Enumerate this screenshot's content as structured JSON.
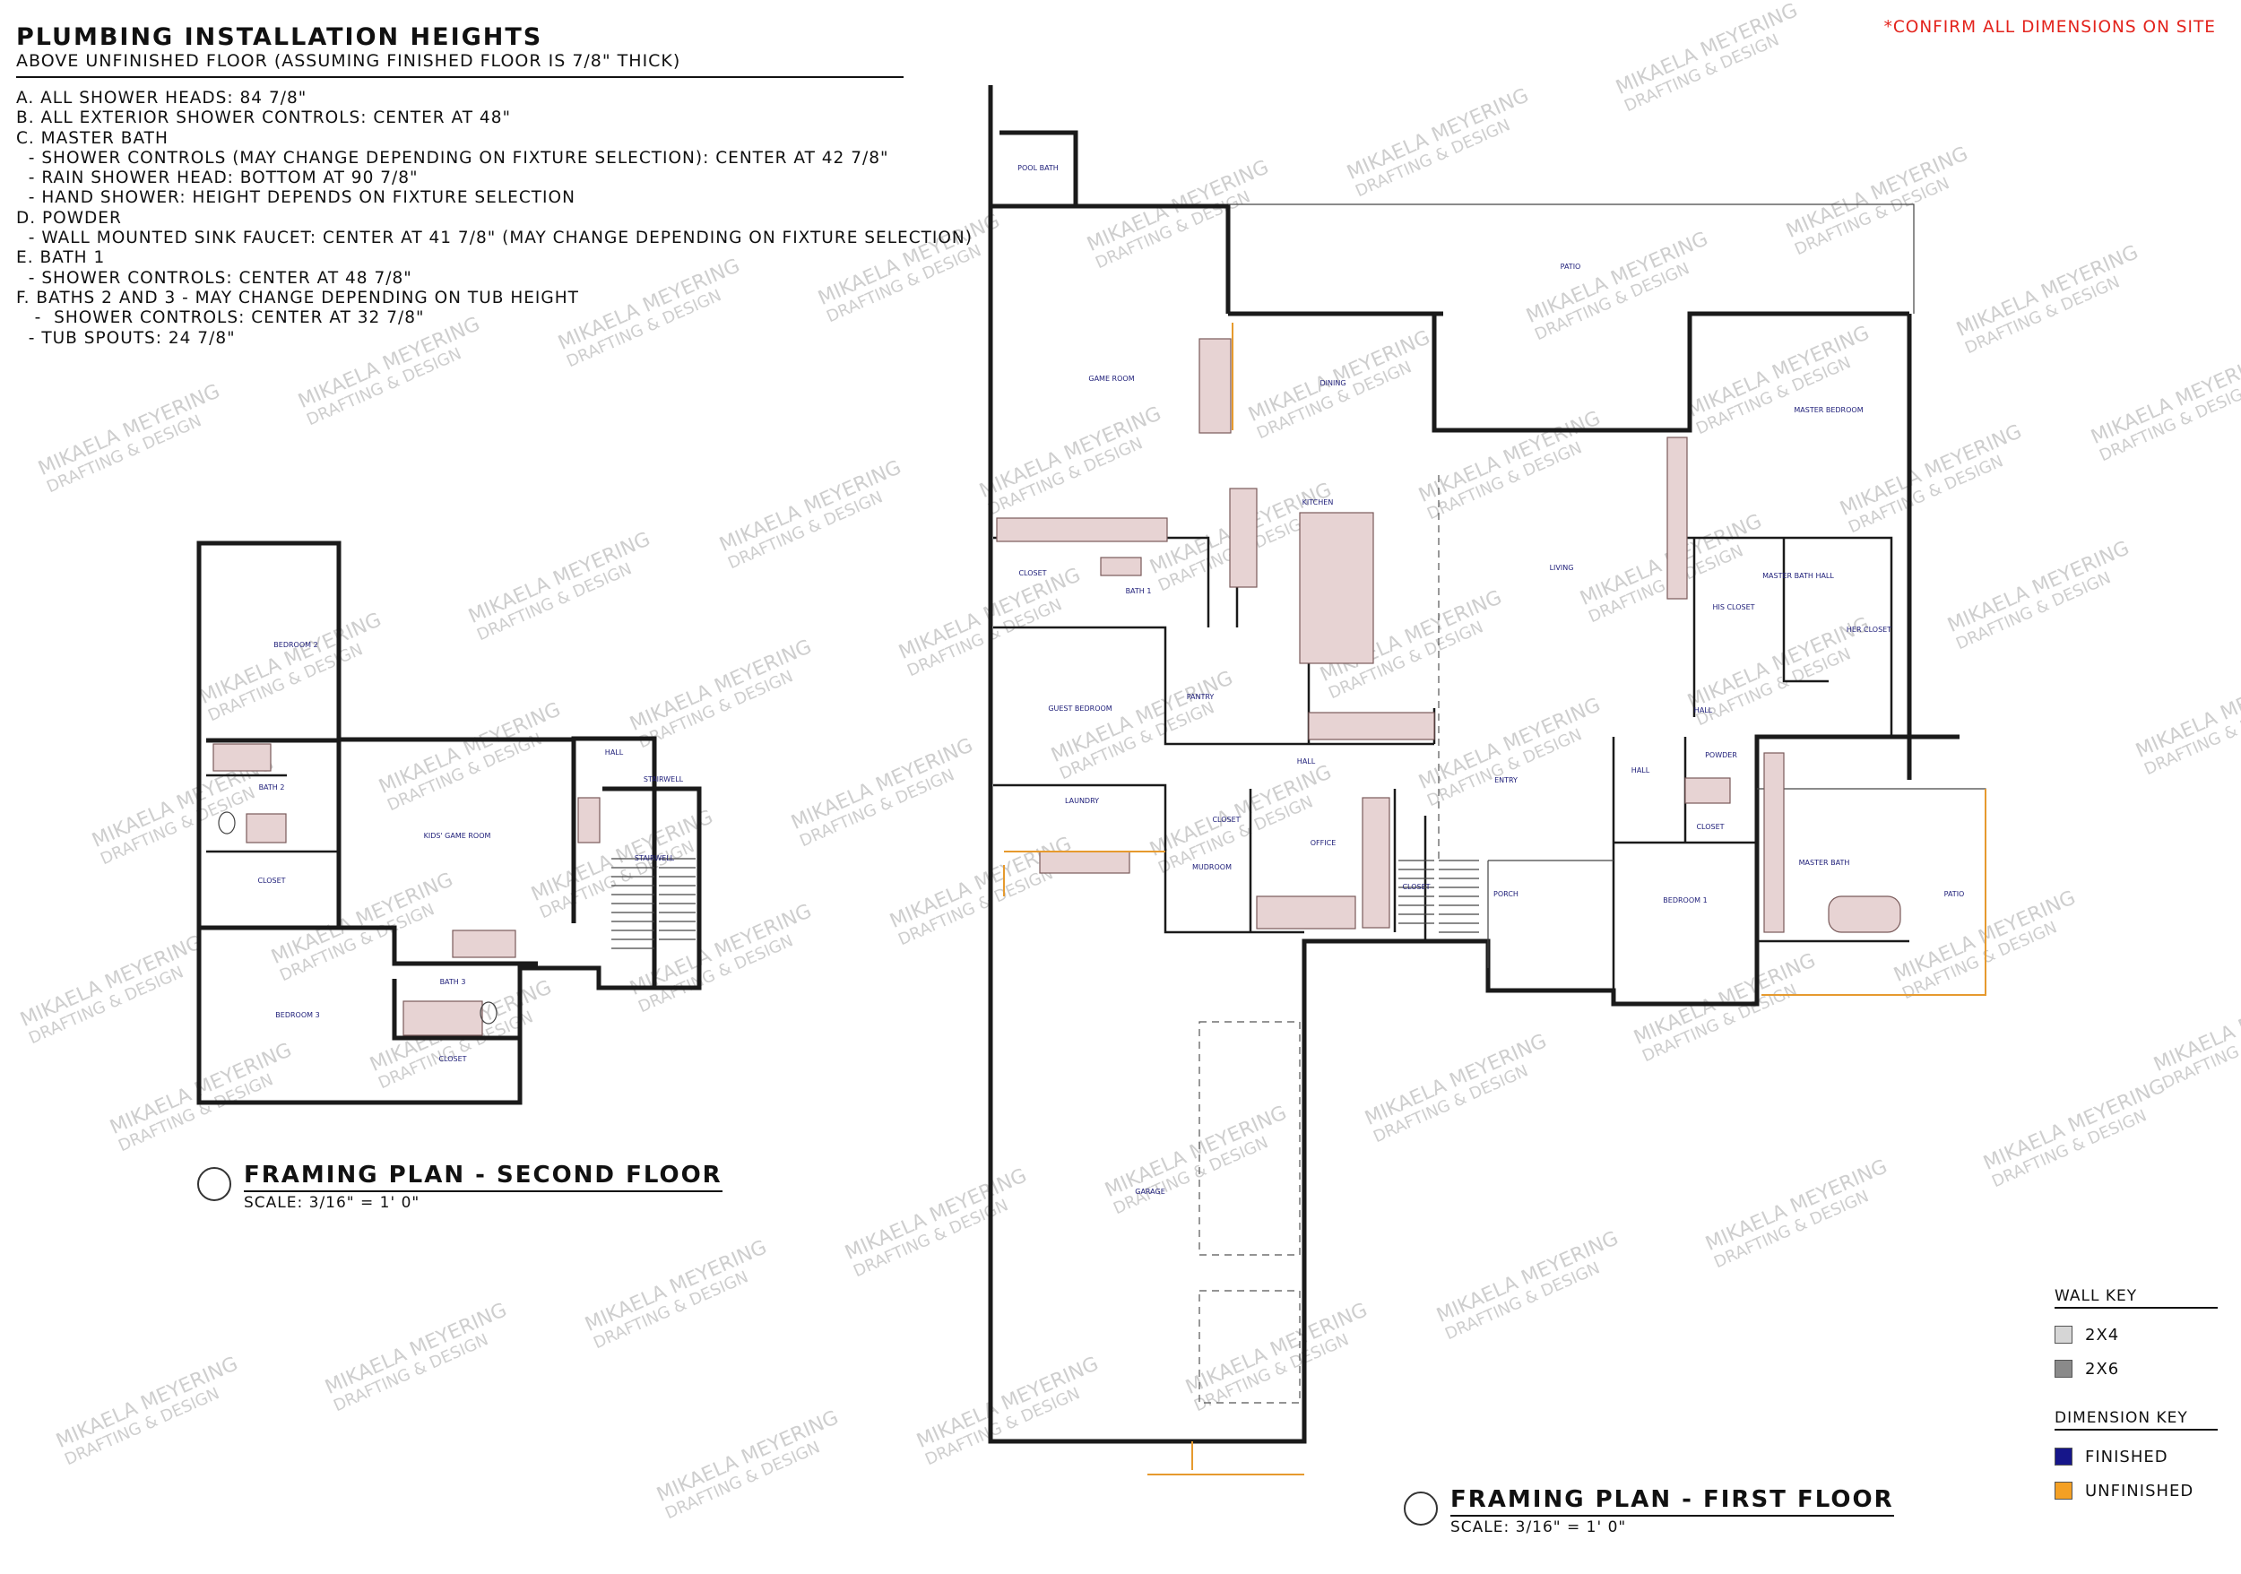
{
  "notes": {
    "title": "PLUMBING INSTALLATION HEIGHTS",
    "subtitle": "ABOVE UNFINISHED FLOOR (ASSUMING FINISHED FLOOR IS 7/8\" THICK)",
    "lines": [
      "A.  ALL SHOWER HEADS: 84 7/8\"",
      "B.  ALL EXTERIOR SHOWER CONTROLS: CENTER AT 48\"",
      "C. MASTER BATH",
      "  - SHOWER CONTROLS (MAY CHANGE DEPENDING ON FIXTURE SELECTION): CENTER AT 42 7/8\"",
      "  - RAIN SHOWER HEAD: BOTTOM AT 90 7/8\"",
      "  - HAND SHOWER: HEIGHT DEPENDS ON FIXTURE SELECTION",
      "D.  POWDER",
      "  - WALL MOUNTED SINK FAUCET: CENTER AT 41 7/8\" (MAY CHANGE DEPENDING ON FIXTURE SELECTION)",
      "E.  BATH 1",
      "  - SHOWER CONTROLS: CENTER AT 48 7/8\"",
      "F.  BATHS 2 AND 3 - MAY CHANGE DEPENDING ON TUB HEIGHT",
      "   -  SHOWER CONTROLS: CENTER AT 32 7/8\"",
      "  - TUB SPOUTS: 24 7/8\""
    ]
  },
  "confirm": "*CONFIRM ALL DIMENSIONS ON SITE",
  "second_floor": {
    "title": "FRAMING PLAN - SECOND FLOOR",
    "scale": "SCALE: 3/16\" = 1' 0\"",
    "rooms": [
      "BEDROOM 2",
      "BATH 2",
      "CLOSET",
      "KIDS' GAME ROOM",
      "HALL",
      "STAIRWELL",
      "STAIRWELL",
      "BATH 3",
      "BEDROOM 3",
      "CLOSET"
    ]
  },
  "first_floor": {
    "title": "FRAMING PLAN - FIRST FLOOR",
    "scale": "SCALE: 3/16\" = 1' 0\"",
    "rooms": [
      "POOL BATH",
      "PATIO",
      "GAME ROOM",
      "DINING",
      "MASTER BEDROOM",
      "KITCHEN",
      "LIVING",
      "CLOSET",
      "BATH 1",
      "HIS CLOSET",
      "MASTER BATH HALL",
      "HER CLOSET",
      "GUEST BEDROOM",
      "PANTRY",
      "HALL",
      "HALL",
      "ENTRY",
      "HALL",
      "POWDER",
      "LAUNDRY",
      "CLOSET",
      "OFFICE",
      "CLOSET",
      "MASTER BATH",
      "MUDROOM",
      "CLOSET",
      "PORCH",
      "BEDROOM 1",
      "PATIO",
      "GARAGE"
    ]
  },
  "wall_key": {
    "title": "WALL KEY",
    "items": [
      {
        "label": "2X4",
        "color": "#d6d6d6"
      },
      {
        "label": "2X6",
        "color": "#8a8a8a"
      }
    ]
  },
  "dimension_key": {
    "title": "DIMENSION KEY",
    "items": [
      {
        "label": "FINISHED",
        "color": "#16168a"
      },
      {
        "label": "UNFINISHED",
        "color": "#f4a024"
      }
    ]
  },
  "watermark": {
    "line1": "MIKAELA MEYERING",
    "line2": "DRAFTING & DESIGN"
  }
}
